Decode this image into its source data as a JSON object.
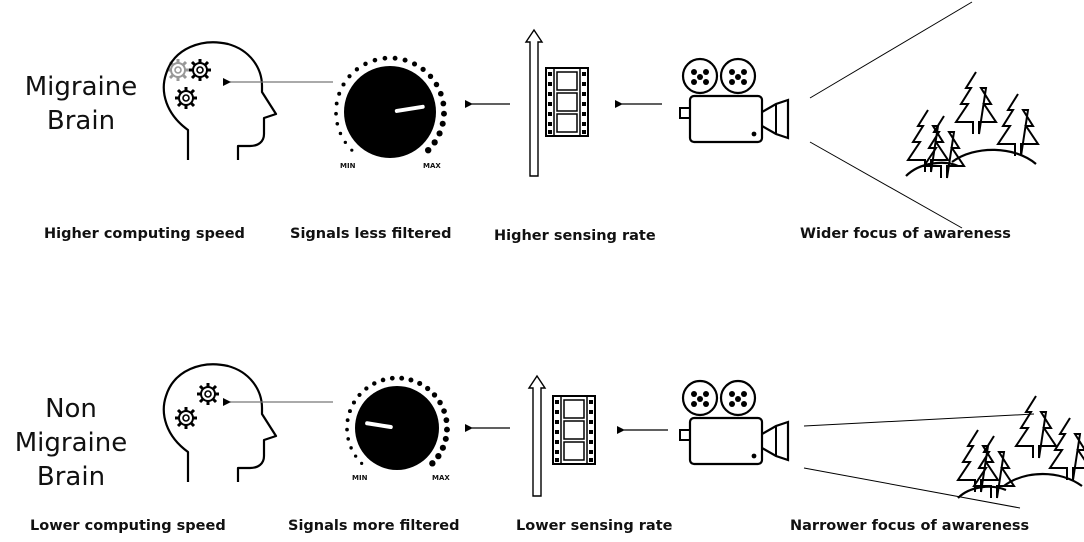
{
  "rows": [
    {
      "title": [
        "Migraine",
        "Brain"
      ],
      "captions": {
        "brain": "Higher computing speed",
        "filter": "Signals less filtered",
        "sensing": "Higher sensing rate",
        "focus": "Wider focus of awareness"
      },
      "knob": {
        "min_label": "MIN",
        "max_label": "MAX",
        "level": 0.8
      }
    },
    {
      "title": [
        "Non",
        "Migraine",
        "Brain"
      ],
      "captions": {
        "brain": "Lower computing speed",
        "filter": "Signals more filtered",
        "sensing": "Lower sensing rate",
        "focus": "Narrower focus of awareness"
      },
      "knob": {
        "min_label": "MIN",
        "max_label": "MAX",
        "level": 0.2
      }
    }
  ]
}
